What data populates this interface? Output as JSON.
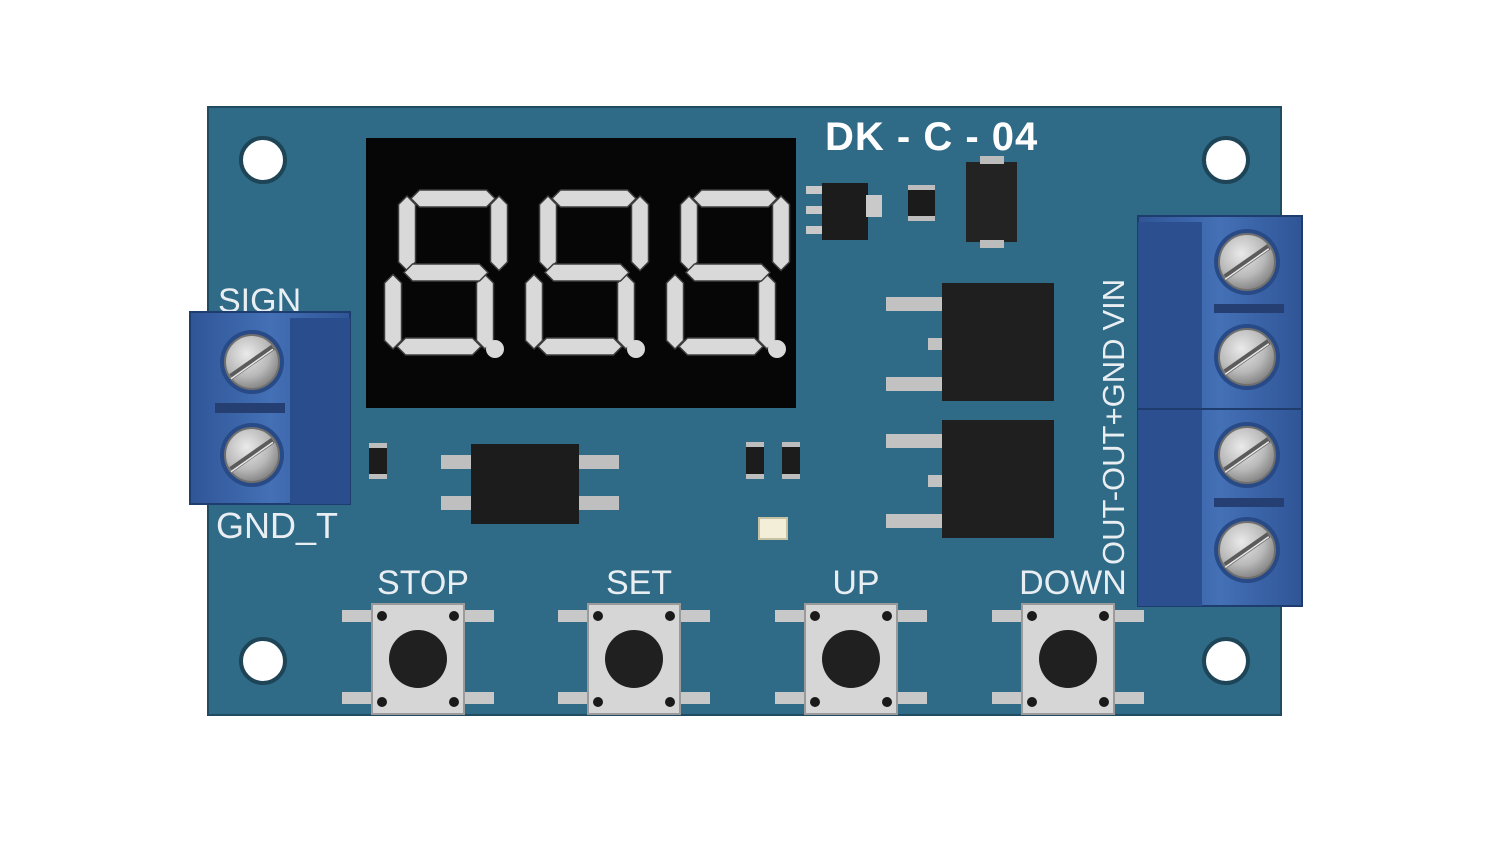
{
  "board": {
    "model_label": "DK - C - 04",
    "pcb_color": "#2f6a86",
    "pcb_edge_color": "#214b60"
  },
  "display": {
    "digits": [
      "8",
      "8",
      "8"
    ],
    "segment_color": "#d9d9d9",
    "body_color": "#060606"
  },
  "left_terminal": {
    "top_label": "SIGN",
    "bottom_label": "GND_T",
    "color": "#3a63a8"
  },
  "right_terminal": {
    "labels": [
      "OUT-",
      "OUT+",
      "GND",
      "VIN"
    ],
    "color": "#3a63a8"
  },
  "buttons": [
    {
      "label": "STOP"
    },
    {
      "label": "SET"
    },
    {
      "label": "UP"
    },
    {
      "label": "DOWN"
    }
  ]
}
